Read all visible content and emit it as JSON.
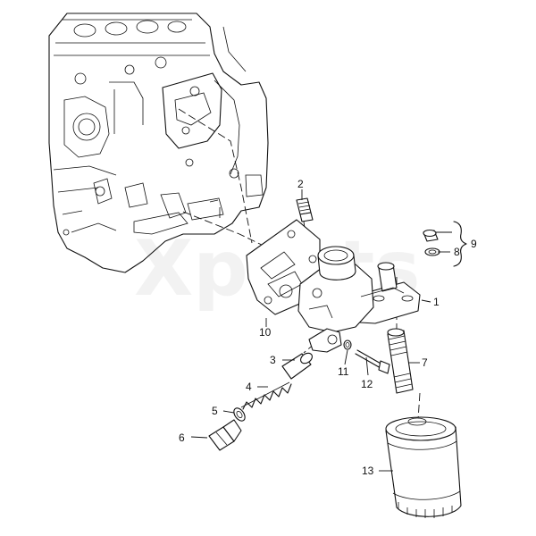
{
  "watermark": "Xparts",
  "callouts": [
    {
      "id": "1",
      "label": "1"
    },
    {
      "id": "2",
      "label": "2"
    },
    {
      "id": "3",
      "label": "3"
    },
    {
      "id": "4",
      "label": "4"
    },
    {
      "id": "5",
      "label": "5"
    },
    {
      "id": "6",
      "label": "6"
    },
    {
      "id": "7",
      "label": "7"
    },
    {
      "id": "8",
      "label": "8"
    },
    {
      "id": "9",
      "label": "9"
    },
    {
      "id": "10",
      "label": "10"
    },
    {
      "id": "11",
      "label": "11"
    },
    {
      "id": "12",
      "label": "12"
    },
    {
      "id": "13",
      "label": "13"
    }
  ]
}
